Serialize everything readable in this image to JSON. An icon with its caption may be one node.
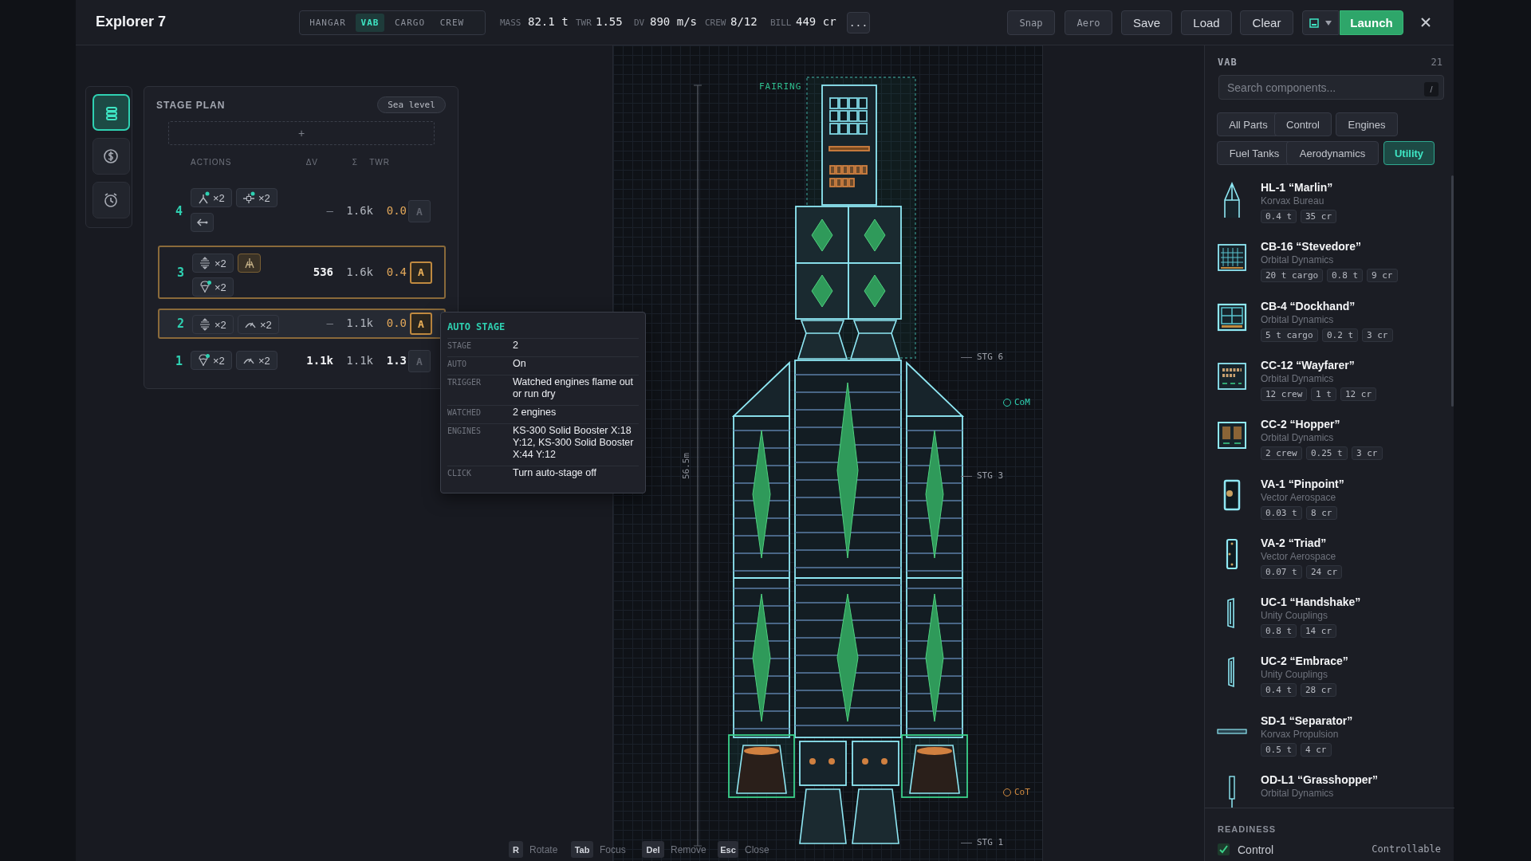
{
  "diagram": {
    "title": "Explorer 7",
    "nodes": [
      {
        "text": [
          "STAGE PLAN"
        ]
      },
      {
        "text": [
          "4",
          "×2",
          "×2",
          "–",
          "1.6k",
          "0.0",
          "A"
        ],
        "in": 0
      },
      {
        "text": [
          "3",
          "×2",
          "×2",
          "536",
          "1.6k",
          "0.4",
          "A"
        ],
        "in": 0
      },
      {
        "text": [
          "2",
          "×2",
          "×2",
          "–",
          "1.1k",
          "0.0",
          "A"
        ],
        "in": 0
      },
      {
        "text": [
          "1",
          "×2",
          "×2",
          "1.1k",
          "1.1k",
          "1.3",
          "A"
        ],
        "in": 0
      },
      {
        "text": [
          "AUTO STAGE",
          "STAGE",
          "2",
          "AUTO",
          "On",
          "TRIGGER",
          "Watched engines flame out or run dry",
          "WATCHED",
          "2 engines",
          "ENGINES",
          "KS-300 Solid Booster X:18 Y:12, KS-300 Solid Booster X:44 Y:12",
          "CLICK",
          "Turn auto-stage off"
        ]
      },
      {
        "text": [
          "VAB",
          "21"
        ]
      },
      {
        "text": [
          "HL-1 “Marlin”",
          "Korvax Bureau",
          "0.4 t",
          "35 cr"
        ],
        "in": 6
      },
      {
        "text": [
          "CB-16 “Stevedore”",
          "Orbital Dynamics",
          "20 t cargo",
          "0.8 t",
          "9 cr"
        ],
        "in": 6
      },
      {
        "text": [
          "CB-4 “Dockhand”",
          "Orbital Dynamics",
          "5 t cargo",
          "0.2 t",
          "3 cr"
        ],
        "in": 6
      },
      {
        "text": [
          "CC-12 “Wayfarer”",
          "Orbital Dynamics",
          "12 crew",
          "1 t",
          "12 cr"
        ],
        "in": 6
      },
      {
        "text": [
          "CC-2 “Hopper”",
          "Orbital Dynamics",
          "2 crew",
          "0.25 t",
          "3 cr"
        ],
        "in": 6
      },
      {
        "text": [
          "VA-1 “Pinpoint”",
          "Vector Aerospace",
          "0.03 t",
          "8 cr"
        ],
        "in": 6
      },
      {
        "text": [
          "VA-2 “Triad”",
          "Vector Aerospace",
          "0.07 t",
          "24 cr"
        ],
        "in": 6
      },
      {
        "text": [
          "UC-1 “Handshake”",
          "Unity Couplings",
          "0.8 t",
          "14 cr"
        ],
        "in": 6
      },
      {
        "text": [
          "UC-2 “Embrace”",
          "Unity Couplings",
          "0.4 t",
          "28 cr"
        ],
        "in": 6
      },
      {
        "text": [
          "SD-1 “Separator”",
          "Korvax Propulsion",
          "0.5 t",
          "4 cr"
        ],
        "in": 6
      },
      {
        "text": [
          "OD-L1 “Grasshopper”",
          "Orbital Dynamics"
        ],
        "in": 6
      }
    ],
    "edges": [],
    "labels": [
      "HANGAR",
      "VAB",
      "CARGO",
      "CREW",
      "MASS",
      "82.1 t",
      "TWR",
      "1.55",
      "DV",
      "890 m/s",
      "CREW",
      "8/12",
      "BILL",
      "449 cr",
      "...",
      "Snap",
      "Aero",
      "Save",
      "Load",
      "Clear",
      "Launch",
      "Sea level",
      "+",
      "ACTIONS",
      "ΔV",
      "Σ",
      "TWR",
      "FAIRING",
      "STG 6",
      "CoM",
      "56.5m",
      "STG 3",
      "CoT",
      "STG 1",
      "Search components...",
      "/",
      "All Parts",
      "Control",
      "Engines",
      "Fuel Tanks",
      "Aerodynamics",
      "Utility",
      "READINESS",
      "R",
      "Rotate",
      "Tab",
      "Focus",
      "Del",
      "Remove",
      "Esc",
      "Close",
      "Control",
      "Controllable"
    ]
  }
}
